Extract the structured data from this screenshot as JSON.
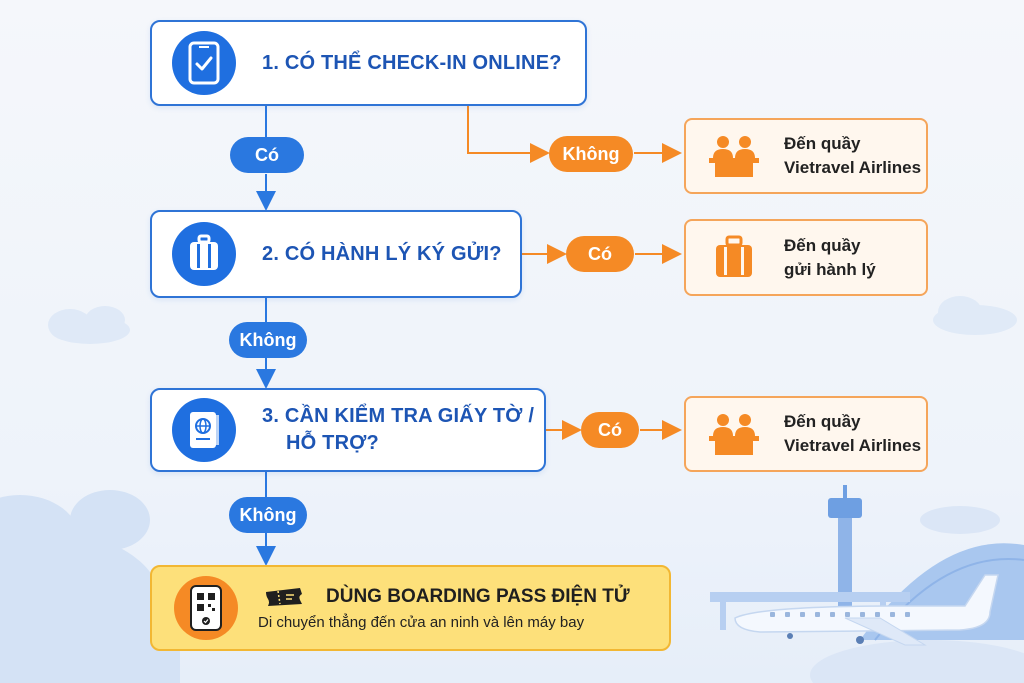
{
  "steps": [
    {
      "label": "1. CÓ THỂ CHECK-IN ONLINE?",
      "icon": "smartphone-check-icon"
    },
    {
      "label": "2. CÓ HÀNH LÝ KÝ GỬI?",
      "icon": "suitcase-icon"
    },
    {
      "label_line1": "3. CẦN KIỂM TRA GIẤY TỜ /",
      "label_line2": "HỖ TRỢ?",
      "icon": "passport-icon"
    }
  ],
  "branches": {
    "step1_yes": "Có",
    "step1_no": "Không",
    "step2_yes": "Có",
    "step2_no": "Không",
    "step3_yes": "Có",
    "step3_no": "Không"
  },
  "results": [
    {
      "line1": "Đến quầy",
      "line2": "Vietravel Airlines",
      "icon": "counter-staff-icon"
    },
    {
      "line1": "Đến quầy",
      "line2": "gửi hành lý",
      "icon": "luggage-icon"
    },
    {
      "line1": "Đến quầy",
      "line2": "Vietravel Airlines",
      "icon": "counter-staff-icon"
    }
  ],
  "final": {
    "title": "DÙNG BOARDING PASS ĐIỆN TỬ",
    "subtitle": "Di chuyển thẳng đến cửa an ninh và lên máy bay",
    "icon": "qr-phone-icon",
    "ticket_icon": "ticket-icon"
  },
  "colors": {
    "primary_blue": "#2f74d6",
    "accent_orange": "#f58a25",
    "final_yellow": "#fde07a"
  }
}
